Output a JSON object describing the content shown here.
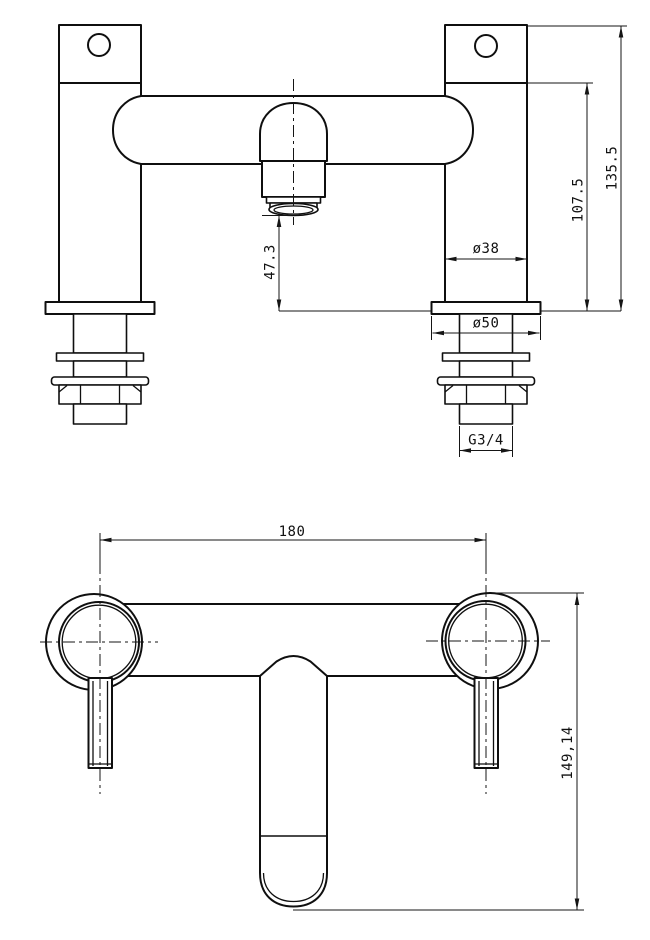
{
  "front_view": {
    "dim_overall_height": "135.5",
    "dim_deck_to_body_top": "107.5",
    "dim_spout_outlet_height": "47.3",
    "dim_body_diameter": "ø38",
    "dim_flange_diameter": "ø50",
    "dim_inlet_thread": "G3/4"
  },
  "plan_view": {
    "dim_handle_centres": "180",
    "dim_overall_depth": "149,14"
  }
}
